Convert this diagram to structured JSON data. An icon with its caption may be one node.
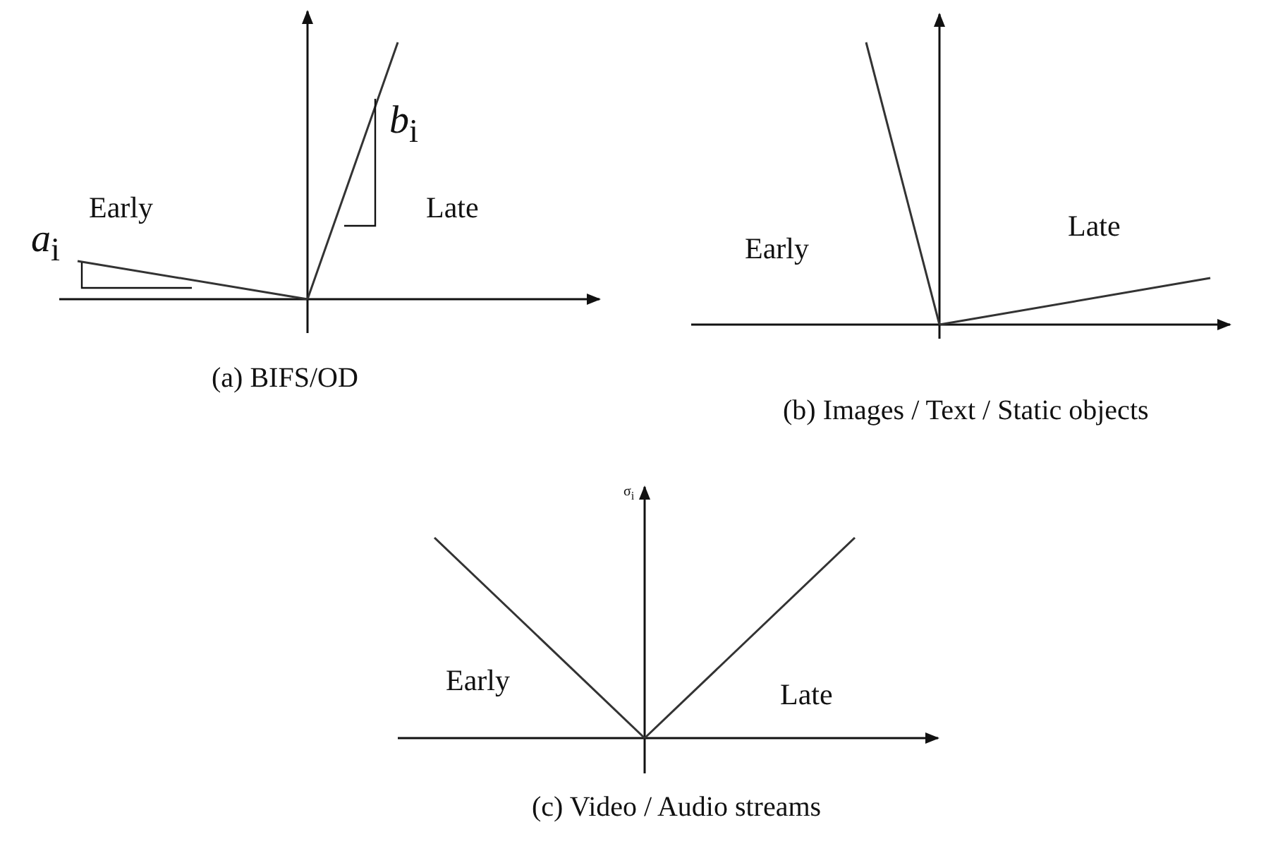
{
  "diagram": {
    "labels": [
      "*b*$_{i}$",
      "Early",
      "Late",
      "Late",
      "Early",
      "*a*$_{i}$",
      "(a)  BIFS/OD",
      "(b) Images / Text / Static objects",
      "σ$_{i}$",
      "Early",
      "Late",
      "(c)  Video / Audio streams"
    ]
  }
}
